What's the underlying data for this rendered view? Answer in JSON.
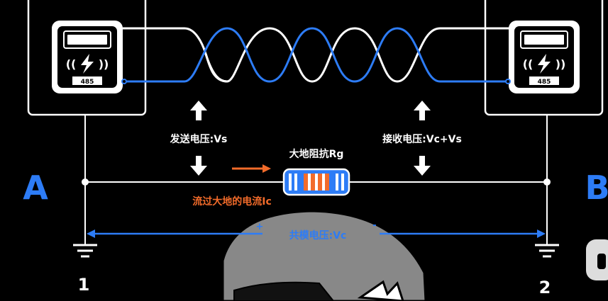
{
  "node_a": "A",
  "node_b": "B",
  "ground_left": "1",
  "ground_right": "2",
  "send_voltage": "发送电压:Vs",
  "receive_voltage": "接收电压:Vc+Vs",
  "earth_impedance": "大地阻抗Rg",
  "ground_current": "流过大地的电流Ic",
  "common_mode_voltage": "共模电压:Vc",
  "plus_sign": "+",
  "minus_sign": "-",
  "meter_label_left": "485",
  "meter_label_right": "485",
  "colors": {
    "blue": "#2d7cf6",
    "orange": "#f26b2a",
    "white": "#ffffff",
    "bg": "#000000"
  }
}
